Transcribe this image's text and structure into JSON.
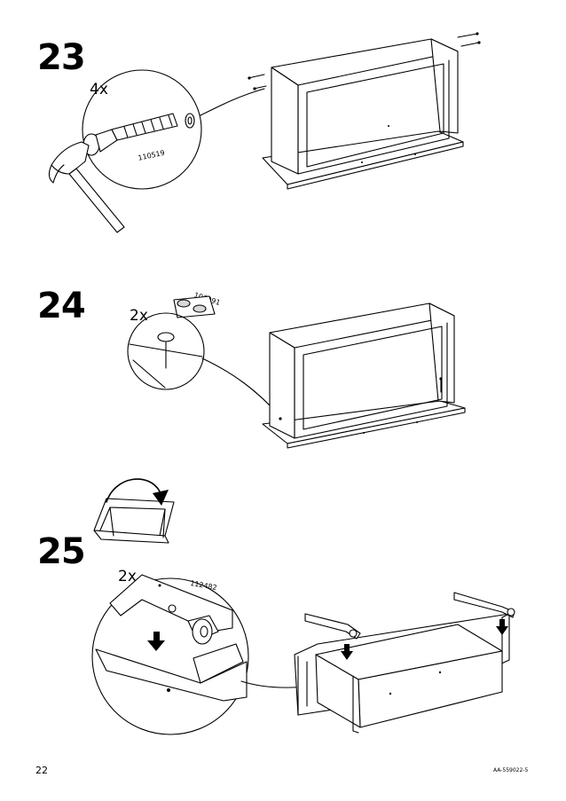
{
  "steps": [
    {
      "number": "23",
      "quantity": "4x",
      "part_number": "110519"
    },
    {
      "number": "24",
      "quantity": "2x",
      "part_number": "107091"
    },
    {
      "number": "25",
      "quantity": "2x",
      "part_number": "112482"
    }
  ],
  "footer": {
    "page_number": "22",
    "document_code": "AA-559022-5"
  },
  "icons": [
    "hammer-icon",
    "bolt-icon",
    "felt-pad-icon",
    "drawer-runner-icon",
    "rotate-arrow-icon",
    "down-arrow-icon"
  ]
}
